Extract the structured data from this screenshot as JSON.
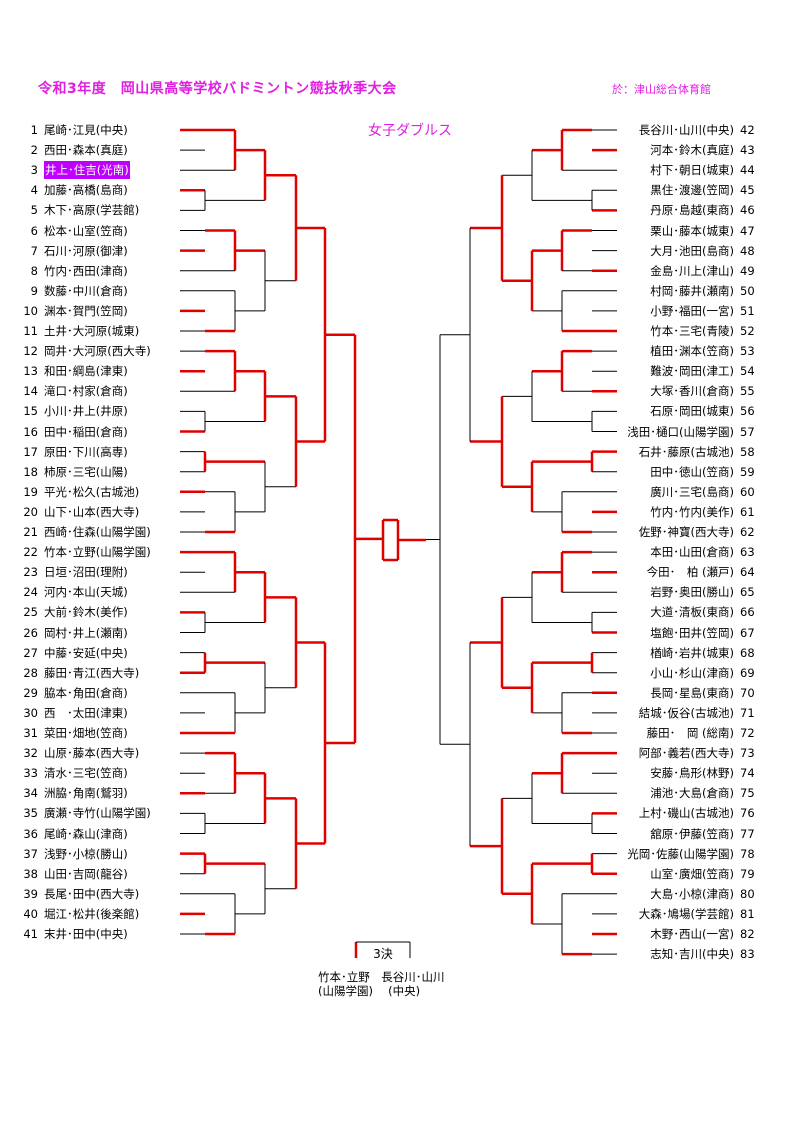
{
  "header": {
    "title": "令和3年度　岡山県高等学校バドミントン競技秋季大会",
    "venue": "於：津山総合体育館",
    "event": "女子ダブルス"
  },
  "left_entries": [
    {
      "num": "1",
      "name": "尾崎･江見(中央)"
    },
    {
      "num": "2",
      "name": "西田･森本(真庭)"
    },
    {
      "num": "3",
      "name": "井上･住吉(光南)",
      "highlight": true
    },
    {
      "num": "4",
      "name": "加藤･高橋(島商)"
    },
    {
      "num": "5",
      "name": "木下･高原(学芸館)"
    },
    {
      "num": "6",
      "name": "松本･山室(笠商)"
    },
    {
      "num": "7",
      "name": "石川･河原(御津)"
    },
    {
      "num": "8",
      "name": "竹内･西田(津商)"
    },
    {
      "num": "9",
      "name": "数藤･中川(倉商)"
    },
    {
      "num": "10",
      "name": "渊本･賀門(笠岡)"
    },
    {
      "num": "11",
      "name": "土井･大河原(城東)"
    },
    {
      "num": "12",
      "name": "岡井･大河原(西大寺)"
    },
    {
      "num": "13",
      "name": "和田･綱島(津東)"
    },
    {
      "num": "14",
      "name": "滝口･村家(倉商)"
    },
    {
      "num": "15",
      "name": "小川･井上(井原)"
    },
    {
      "num": "16",
      "name": "田中･稲田(倉商)"
    },
    {
      "num": "17",
      "name": "原田･下川(高専)"
    },
    {
      "num": "18",
      "name": "柿原･三宅(山陽)"
    },
    {
      "num": "19",
      "name": "平光･松久(古城池)"
    },
    {
      "num": "20",
      "name": "山下･山本(西大寺)"
    },
    {
      "num": "21",
      "name": "西崎･住森(山陽学園)"
    },
    {
      "num": "22",
      "name": "竹本･立野(山陽学園)"
    },
    {
      "num": "23",
      "name": "日垣･沼田(理附)"
    },
    {
      "num": "24",
      "name": "河内･本山(天城)"
    },
    {
      "num": "25",
      "name": "大前･鈴木(美作)"
    },
    {
      "num": "26",
      "name": "岡村･井上(瀬南)"
    },
    {
      "num": "27",
      "name": "中藤･安延(中央)"
    },
    {
      "num": "28",
      "name": "藤田･青江(西大寺)"
    },
    {
      "num": "29",
      "name": "脇本･角田(倉商)"
    },
    {
      "num": "30",
      "name": "西　･太田(津東)"
    },
    {
      "num": "31",
      "name": "菜田･畑地(笠商)"
    },
    {
      "num": "32",
      "name": "山原･藤本(西大寺)"
    },
    {
      "num": "33",
      "name": "清水･三宅(笠商)"
    },
    {
      "num": "34",
      "name": "洲脇･角南(鷲羽)"
    },
    {
      "num": "35",
      "name": "廣瀬･寺竹(山陽学園)"
    },
    {
      "num": "36",
      "name": "尾崎･森山(津商)"
    },
    {
      "num": "37",
      "name": "浅野･小椋(勝山)"
    },
    {
      "num": "38",
      "name": "山田･吉岡(龍谷)"
    },
    {
      "num": "39",
      "name": "長尾･田中(西大寺)"
    },
    {
      "num": "40",
      "name": "堀江･松井(後楽館)"
    },
    {
      "num": "41",
      "name": "末井･田中(中央)"
    }
  ],
  "right_entries": [
    {
      "num": "42",
      "name": "長谷川･山川(中央)"
    },
    {
      "num": "43",
      "name": "河本･鈴木(真庭)"
    },
    {
      "num": "44",
      "name": "村下･朝日(城東)"
    },
    {
      "num": "45",
      "name": "黒住･渡邊(笠岡)"
    },
    {
      "num": "46",
      "name": "丹原･島越(東商)"
    },
    {
      "num": "47",
      "name": "栗山･藤本(城東)"
    },
    {
      "num": "48",
      "name": "大月･池田(島商)"
    },
    {
      "num": "49",
      "name": "金島･川上(津山)"
    },
    {
      "num": "50",
      "name": "村岡･藤井(瀬南)"
    },
    {
      "num": "51",
      "name": "小野･福田(一宮)"
    },
    {
      "num": "52",
      "name": "竹本･三宅(青陵)"
    },
    {
      "num": "53",
      "name": "植田･渊本(笠商)"
    },
    {
      "num": "54",
      "name": "難波･岡田(津工)"
    },
    {
      "num": "55",
      "name": "大塚･香川(倉商)"
    },
    {
      "num": "56",
      "name": "石原･岡田(城東)"
    },
    {
      "num": "57",
      "name": "浅田･樋口(山陽学園)"
    },
    {
      "num": "58",
      "name": "石井･藤原(古城池)"
    },
    {
      "num": "59",
      "name": "田中･徳山(笠商)"
    },
    {
      "num": "60",
      "name": "廣川･三宅(島商)"
    },
    {
      "num": "61",
      "name": "竹内･竹内(美作)"
    },
    {
      "num": "62",
      "name": "佐野･神寶(西大寺)"
    },
    {
      "num": "63",
      "name": "本田･山田(倉商)"
    },
    {
      "num": "64",
      "name": "今田･　柏 (瀬戸)"
    },
    {
      "num": "65",
      "name": "岩野･奥田(勝山)"
    },
    {
      "num": "66",
      "name": "大道･清板(東商)"
    },
    {
      "num": "67",
      "name": "塩飽･田井(笠岡)"
    },
    {
      "num": "68",
      "name": "楢崎･岩井(城東)"
    },
    {
      "num": "69",
      "name": "小山･杉山(津商)"
    },
    {
      "num": "70",
      "name": "長岡･星島(東商)"
    },
    {
      "num": "71",
      "name": "結城･仮谷(古城池)"
    },
    {
      "num": "72",
      "name": "藤田･　岡 (総南)"
    },
    {
      "num": "73",
      "name": "阿部･義若(西大寺)"
    },
    {
      "num": "74",
      "name": "安藤･鳥形(林野)"
    },
    {
      "num": "75",
      "name": "浦池･大島(倉商)"
    },
    {
      "num": "76",
      "name": "上村･磯山(古城池)"
    },
    {
      "num": "77",
      "name": "舘原･伊藤(笠商)"
    },
    {
      "num": "78",
      "name": "光岡･佐藤(山陽学園)"
    },
    {
      "num": "79",
      "name": "山室･廣畑(笠商)"
    },
    {
      "num": "80",
      "name": "大島･小椋(津商)"
    },
    {
      "num": "81",
      "name": "大森･鳩場(学芸館)"
    },
    {
      "num": "82",
      "name": "木野･西山(一宮)"
    },
    {
      "num": "83",
      "name": "志知･吉川(中央)"
    }
  ],
  "third_place": {
    "label": "3決",
    "names": "竹本･立野　長谷川･山川\n(山陽学園)　 (中央)"
  },
  "colors": {
    "title": "#e020e0",
    "winner_line": "#e00000",
    "line": "#000000",
    "highlight": "#c000ff"
  }
}
